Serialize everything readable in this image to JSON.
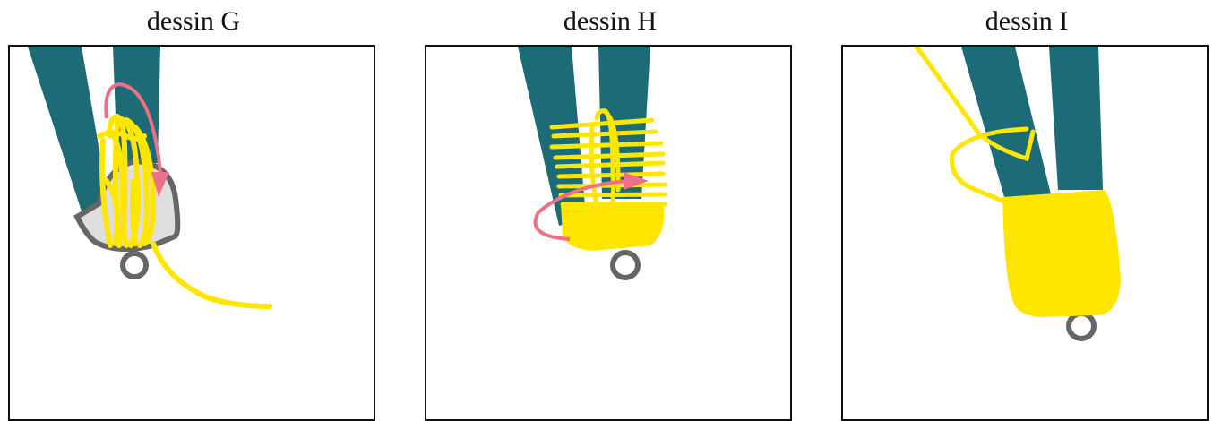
{
  "panels": [
    {
      "title": "dessin G"
    },
    {
      "title": "dessin H"
    },
    {
      "title": "dessin I"
    }
  ],
  "colors": {
    "legs": "#1e6b78",
    "thread": "#ffe600",
    "arrow": "#ee7088",
    "ring": "#666666",
    "bead": "#dedede",
    "frame": "#111111"
  }
}
